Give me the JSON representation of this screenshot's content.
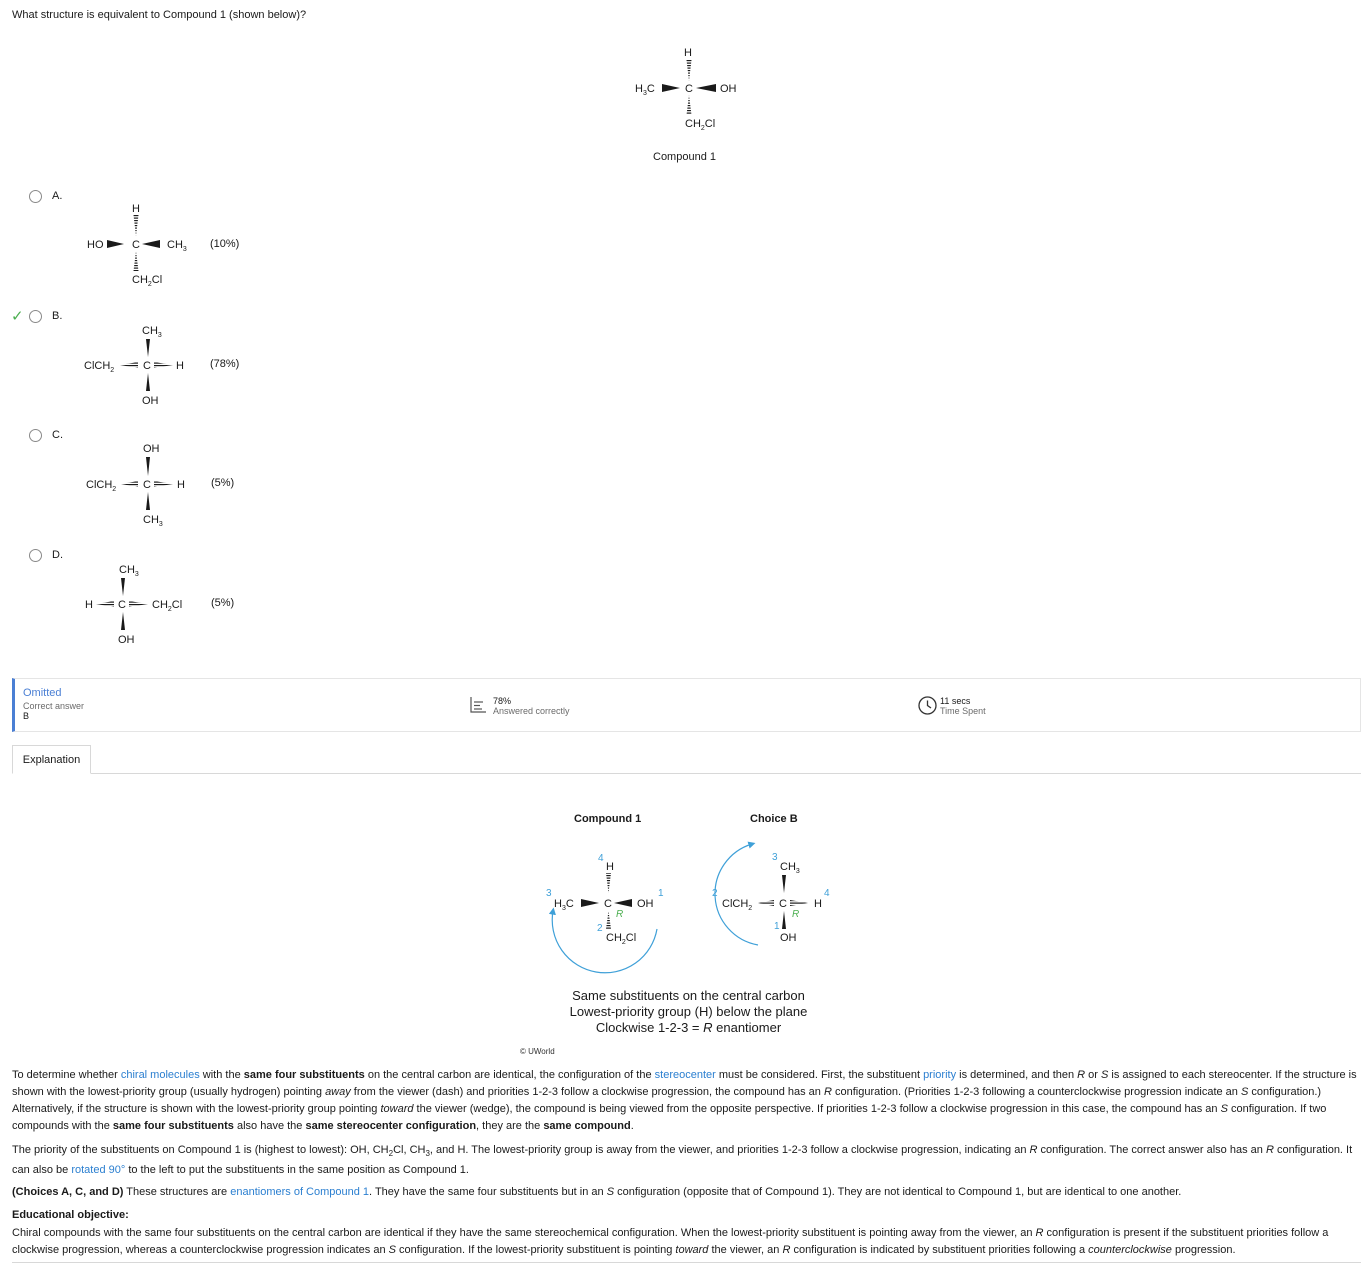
{
  "question": {
    "text": "What structure is equivalent to Compound 1 (shown below)?",
    "compound_label": "Compound 1",
    "compound": {
      "top": "H",
      "left": "H3C",
      "center": "C",
      "right": "OH",
      "bottom": "CH2Cl"
    }
  },
  "options": [
    {
      "letter": "A.",
      "pct": "(10%)",
      "correct": false,
      "top": "H",
      "left": "HO",
      "center": "C",
      "right": "CH3",
      "bottom": "CH2Cl"
    },
    {
      "letter": "B.",
      "pct": "(78%)",
      "correct": true,
      "top": "CH3",
      "left": "ClCH2",
      "center": "C",
      "right": "H",
      "bottom": "OH"
    },
    {
      "letter": "C.",
      "pct": "(5%)",
      "correct": false,
      "top": "OH",
      "left": "ClCH2",
      "center": "C",
      "right": "H",
      "bottom": "CH3"
    },
    {
      "letter": "D.",
      "pct": "(5%)",
      "correct": false,
      "top": "CH3",
      "left": "H",
      "center": "C",
      "right": "CH2Cl",
      "bottom": "OH"
    }
  ],
  "stats": {
    "status": "Omitted",
    "correct_answer_label": "Correct answer",
    "correct_answer": "B",
    "percent": "78%",
    "percent_label": "Answered correctly",
    "time": "11 secs",
    "time_label": "Time Spent"
  },
  "explanation_tab": "Explanation",
  "figure": {
    "left_title": "Compound 1",
    "right_title": "Choice B",
    "config_label": "R",
    "priority_numbers": {
      "n1": "1",
      "n2": "2",
      "n3": "3",
      "n4": "4"
    },
    "caption": [
      "Same substituents on the central carbon",
      "Lowest-priority group (H) below the plane",
      "Clockwise 1-2-3 = R enantiomer"
    ],
    "copyright": "© UWorld"
  },
  "paragraph1": {
    "s1": "To determine whether ",
    "l1": "chiral molecules",
    "s2": " with the ",
    "b1": "same four substituents",
    "s3": " on the central carbon are identical, the configuration of the ",
    "l2": "stereocenter",
    "s4": " must be considered.  First, the substituent ",
    "l3": "priority",
    "s5": " is determined, and then ",
    "i1": "R",
    "s6": " or ",
    "i2": "S",
    "s7": " is assigned to each stereocenter.  If the structure is shown with the lowest-priority group (usually hydrogen) pointing ",
    "i3": "away",
    "s8": " from the viewer (dash) and priorities 1-2-3 follow a clockwise progression, the compound has an ",
    "i4": "R",
    "s9": " configuration.  (Priorities 1-2-3 following a counterclockwise progression indicate an ",
    "i5": "S",
    "s10": " configuration.)  Alternatively, if the structure is shown with the lowest-priority group pointing ",
    "i6": "toward",
    "s11": " the viewer (wedge), the compound is being viewed from the opposite perspective.  If priorities 1-2-3 follow a clockwise progression in this case, the compound has an ",
    "i7": "S",
    "s12": " configuration.  If two compounds with the ",
    "b2": "same four substituents",
    "s13": " also have the ",
    "b3": "same stereocenter configuration",
    "s14": ", they are the ",
    "b4": "same compound",
    "s15": "."
  },
  "paragraph2": {
    "s1": "The priority of the substituents on Compound 1 is (highest to lowest):  OH, CH",
    "sub1": "2",
    "s2": "Cl, CH",
    "sub2": "3",
    "s3": ", and H.  The lowest-priority group is away from the viewer, and priorities 1-2-3 follow a clockwise progression, indicating an ",
    "i1": "R",
    "s4": " configuration.  The correct answer also has an ",
    "i2": "R",
    "s5": " configuration.  It can also be ",
    "l1": "rotated 90°",
    "s6": " to the left to put the substituents in the same position as Compound 1."
  },
  "paragraph3": {
    "b1": "(Choices A, C, and D)",
    "s1": "  These structures are ",
    "l1": "enantiomers of Compound 1",
    "s2": ".  They have the same four substituents but in an ",
    "i1": "S",
    "s3": " configuration (opposite that of Compound 1).  They are not identical to Compound 1, but are identical to one another."
  },
  "objective": {
    "title": "Educational objective:",
    "s1": "Chiral compounds with the same four substituents on the central carbon are identical if they have the same stereochemical configuration.  When the lowest-priority substituent is pointing away from the viewer, an ",
    "i1": "R",
    "s2": " configuration is present if the substituent priorities follow a clockwise progression, whereas a counterclockwise progression indicates an ",
    "i2": "S",
    "s3": " configuration.  If the lowest-priority substituent is pointing ",
    "i3": "toward",
    "s4": " the viewer, an ",
    "i4": "R",
    "s5": " configuration is indicated by substituent priorities following a ",
    "i5": "counterclockwise",
    "s6": " progression."
  }
}
